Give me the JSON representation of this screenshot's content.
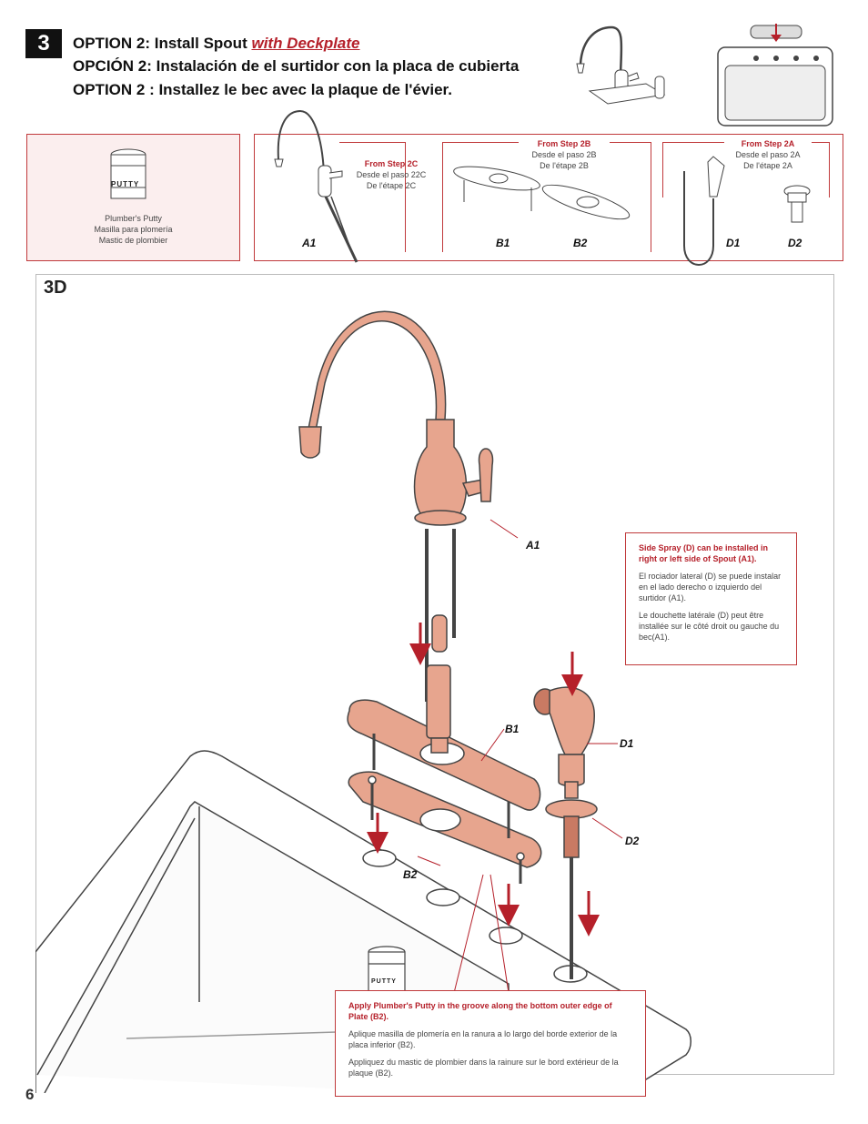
{
  "step": {
    "number": "3"
  },
  "header": {
    "line1_prefix": "OPTION 2:  Install Spout ",
    "line1_emphasis": "with Deckplate",
    "line2": "OPCIÓN 2:  Instalación de el surtidor con la placa de cubierta",
    "line3": "OPTION 2 : Installez le bec avec la plaque de l'évier."
  },
  "putty": {
    "jar_label": "PUTTY",
    "caption_en": "Plumber's Putty",
    "caption_es": "Masilla para plomería",
    "caption_fr": "Mastic de plombier"
  },
  "parts": {
    "step2c": {
      "title": "From Step 2C",
      "es": "Desde el paso 22C",
      "fr": "De l'étape 2C"
    },
    "step2b": {
      "title": "From Step 2B",
      "es": "Desde el paso 2B",
      "fr": "De l'étape 2B"
    },
    "step2a": {
      "title": "From Step 2A",
      "es": "Desde el paso 2A",
      "fr": "De l'étape 2A"
    },
    "labels": {
      "a1": "A1",
      "b1": "B1",
      "b2": "B2",
      "d1": "D1",
      "d2": "D2"
    }
  },
  "main": {
    "step_label": "3D",
    "labels": {
      "a1": "A1",
      "b1": "B1",
      "b2": "B2",
      "d1": "D1",
      "d2": "D2"
    },
    "putty_jar_label": "PUTTY"
  },
  "notes": {
    "side_spray": {
      "en": "Side Spray (D) can be installed in right or left side of Spout (A1).",
      "es": "El  rociador lateral (D) se puede instalar en el lado derecho o izquierdo del surtidor (A1).",
      "fr": "Le douchette latérale (D) peut être installée sur le côté droit ou gauche du bec(A1)."
    },
    "putty": {
      "en": "Apply Plumber's Putty in the groove along the bottom outer edge of Plate (B2).",
      "es": "Aplique masilla de plomería en la ranura a lo largo del borde exterior de la placa inferior (B2).",
      "fr": "Appliquez du mastic de plombier dans la rainure sur le bord extérieur de la plaque (B2)."
    }
  },
  "page": {
    "number": "6"
  },
  "colors": {
    "accent": "#b5202a",
    "copper": "#e7a58e",
    "copper_dark": "#c97a63",
    "pink_bg": "#fbeeee"
  }
}
